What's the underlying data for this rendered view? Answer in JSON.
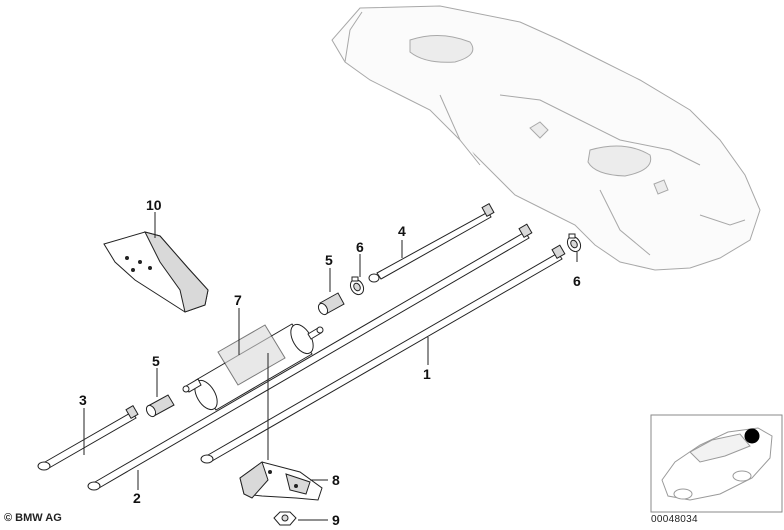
{
  "diagram": {
    "callouts": [
      "1",
      "2",
      "3",
      "4",
      "5",
      "5",
      "6",
      "6",
      "7",
      "8",
      "9",
      "10"
    ],
    "copyright": "© BMW AG",
    "drawing_number": "00048034"
  },
  "colors": {
    "ink": "#222222",
    "part_shading": "#d9d9d9",
    "ghost_outline": "#a8a8a8"
  },
  "icons": [
    "vehicle-locator-icon"
  ]
}
